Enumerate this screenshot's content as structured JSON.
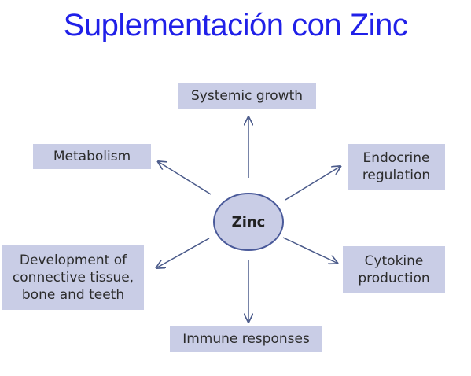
{
  "title": "Suplementación con Zinc",
  "center": {
    "label": "Zinc"
  },
  "nodes": {
    "systemic_growth": "Systemic growth",
    "metabolism": "Metabolism",
    "endocrine": "Endocrine\nregulation",
    "connective": "Development of\nconnective tissue,\nbone and teeth",
    "cytokine": "Cytokine\nproduction",
    "immune": "Immune responses"
  },
  "colors": {
    "title": "#2020e8",
    "box_fill": "#c9cde6",
    "ellipse_fill": "#c9cde6",
    "ellipse_stroke": "#4a5a9a",
    "arrow": "#4a5a8a",
    "text": "#2b2b2b"
  }
}
